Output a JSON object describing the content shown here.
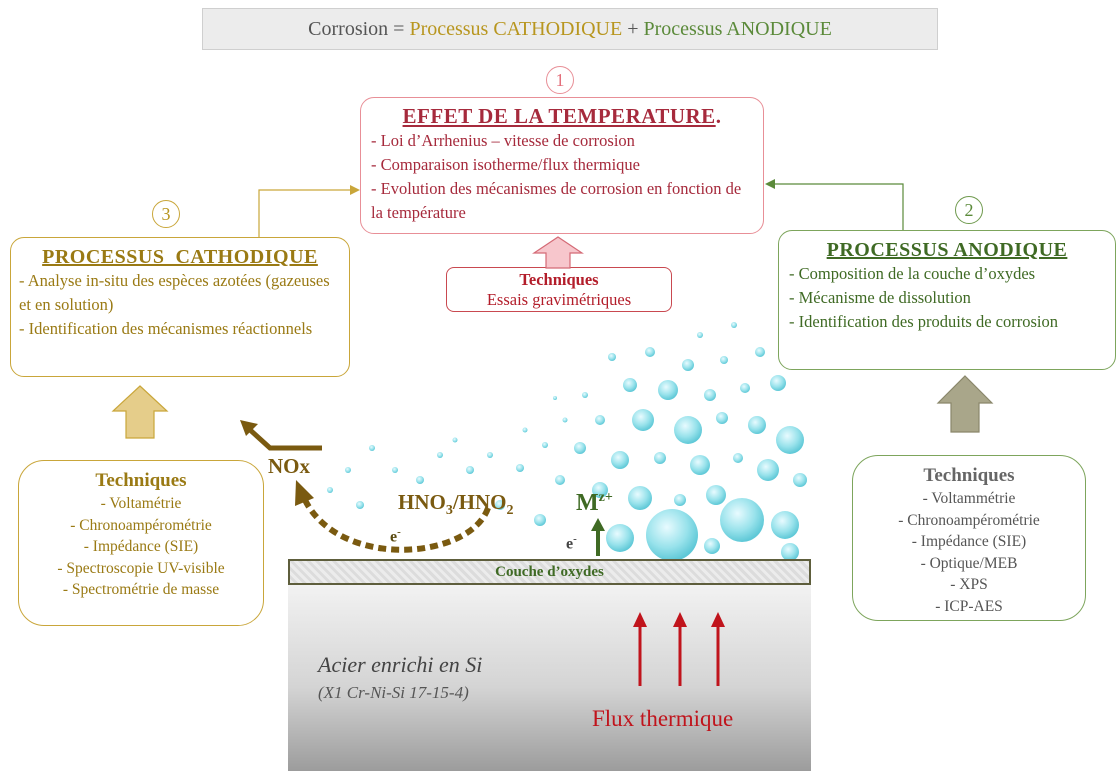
{
  "equation": {
    "left": "Corrosion = ",
    "cathodic": "Processus CATHODIQUE",
    "plus": " + ",
    "anodic": "Processus ANODIQUE"
  },
  "numbers": {
    "one": "1",
    "two": "2",
    "three": "3"
  },
  "temperature": {
    "title": "EFFET DE LA TEMPERATURE",
    "title_suffix": " .",
    "items": [
      "- Loi d’Arrhenius – vitesse de corrosion",
      "- Comparaison isotherme/flux thermique",
      "- Evolution des mécanismes de corrosion en fonction de la température"
    ]
  },
  "techniques_temperature": {
    "heading": "Techniques",
    "item": "Essais gravimétriques"
  },
  "cathodic": {
    "title": "PROCESSUS  CATHODIQUE",
    "items": [
      "- Analyse in-situ des espèces azotées (gazeuses et en solution)",
      "- Identification des mécanismes réactionnels"
    ]
  },
  "anodic": {
    "title": "PROCESSUS ANODIQUE",
    "items": [
      "- Composition de la couche d’oxydes",
      "- Mécanisme de dissolution",
      "- Identification des  produits de corrosion"
    ]
  },
  "techniques_cathodic": {
    "heading": "Techniques",
    "items": [
      "- Voltamétrie",
      "- Chronoampérométrie",
      "- Impédance (SIE)",
      "- Spectroscopie UV-visible",
      "- Spectrométrie de masse"
    ]
  },
  "techniques_anodic": {
    "heading": "Techniques",
    "items": [
      "- Voltammétrie",
      "- Chronoampérométrie",
      "-  Impédance (SIE)",
      "- Optique/MEB",
      "- XPS",
      "-  ICP-AES"
    ]
  },
  "scene": {
    "oxide_layer": "Couche d’oxydes",
    "steel_name": "Acier enrichi en Si",
    "steel_grade": "(X1 Cr-Ni-Si 17-15-4)",
    "heat_flux": "Flux thermique",
    "nox": "NOx",
    "hno_a": "HNO",
    "hno_sub_a": "3",
    "hno_mid": "/HNO",
    "hno_sub_b": "2",
    "electron": "e",
    "electron_sup": "-",
    "metal_ion": "M",
    "metal_ion_sup": "z+"
  },
  "colors": {
    "temperature": "#e88f97",
    "cathodic": "#c9a63a",
    "anodic": "#7da55c",
    "heat_arrows": "#c0141c",
    "nitrogen_arrow": "#7a5a10",
    "ion_arrow": "#3f6a24",
    "bubbles": "#5fd0df"
  }
}
